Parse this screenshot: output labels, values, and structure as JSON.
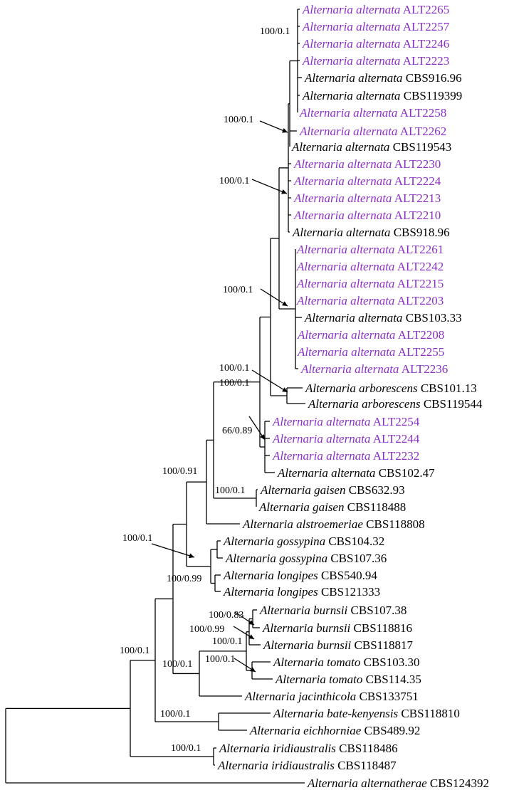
{
  "colors": {
    "highlight": "#8b2fc9",
    "default": "#000000"
  },
  "taxa": [
    {
      "genus": "Alternaria",
      "species": "alternata",
      "strain": "ALT2265",
      "highlight": true
    },
    {
      "genus": "Alternaria",
      "species": "alternata",
      "strain": "ALT2257",
      "highlight": true
    },
    {
      "genus": "Alternaria",
      "species": "alternata",
      "strain": "ALT2246",
      "highlight": true
    },
    {
      "genus": "Alternaria",
      "species": "alternata",
      "strain": "ALT2223",
      "highlight": true
    },
    {
      "genus": "Alternaria",
      "species": "alternata",
      "strain": "CBS916.96",
      "highlight": false
    },
    {
      "genus": "Alternaria",
      "species": "alternata",
      "strain": "CBS119399",
      "highlight": false
    },
    {
      "genus": "Alternaria",
      "species": "alternata",
      "strain": "ALT2258",
      "highlight": true
    },
    {
      "genus": "Alternaria",
      "species": "alternata",
      "strain": "ALT2262",
      "highlight": true
    },
    {
      "genus": "Alternaria",
      "species": "alternata",
      "strain": "CBS119543",
      "highlight": false
    },
    {
      "genus": "Alternaria",
      "species": "alternata",
      "strain": "ALT2230",
      "highlight": true
    },
    {
      "genus": "Alternaria",
      "species": "alternata",
      "strain": "ALT2224",
      "highlight": true
    },
    {
      "genus": "Alternaria",
      "species": "alternata",
      "strain": "ALT2213",
      "highlight": true
    },
    {
      "genus": "Alternaria",
      "species": "alternata",
      "strain": "ALT2210",
      "highlight": true
    },
    {
      "genus": "Alternaria",
      "species": "alternata",
      "strain": "CBS918.96",
      "highlight": false
    },
    {
      "genus": "Alternaria",
      "species": "alternata",
      "strain": "ALT2261",
      "highlight": true
    },
    {
      "genus": "Alternaria",
      "species": "alternata",
      "strain": "ALT2242",
      "highlight": true
    },
    {
      "genus": "Alternaria",
      "species": "alternata",
      "strain": "ALT2215",
      "highlight": true
    },
    {
      "genus": "Alternaria",
      "species": "alternata",
      "strain": "ALT2203",
      "highlight": true
    },
    {
      "genus": "Alternaria",
      "species": "alternata",
      "strain": "CBS103.33",
      "highlight": false
    },
    {
      "genus": "Alternaria",
      "species": "alternata",
      "strain": "ALT2208",
      "highlight": true
    },
    {
      "genus": "Alternaria",
      "species": "alternata",
      "strain": "ALT2255",
      "highlight": true
    },
    {
      "genus": "Alternaria",
      "species": "alternata",
      "strain": "ALT2236",
      "highlight": true
    },
    {
      "genus": "Alternaria",
      "species": "arborescens",
      "strain": "CBS101.13",
      "highlight": false
    },
    {
      "genus": "Alternaria",
      "species": "arborescens",
      "strain": "CBS119544",
      "highlight": false
    },
    {
      "genus": "Alternaria",
      "species": "alternata",
      "strain": "ALT2254",
      "highlight": true
    },
    {
      "genus": "Alternaria",
      "species": "alternata",
      "strain": "ALT2244",
      "highlight": true
    },
    {
      "genus": "Alternaria",
      "species": "alternata",
      "strain": "ALT2232",
      "highlight": true
    },
    {
      "genus": "Alternaria",
      "species": "alternata",
      "strain": "CBS102.47",
      "highlight": false
    },
    {
      "genus": "Alternaria",
      "species": "gaisen",
      "strain": "CBS632.93",
      "highlight": false
    },
    {
      "genus": "Alternaria",
      "species": "gaisen",
      "strain": "CBS118488",
      "highlight": false
    },
    {
      "genus": "Alternaria",
      "species": "alstroemeriae",
      "strain": "CBS118808",
      "highlight": false
    },
    {
      "genus": "Alternaria",
      "species": "gossypina",
      "strain": "CBS104.32",
      "highlight": false
    },
    {
      "genus": "Alternaria",
      "species": "gossypina",
      "strain": "CBS107.36",
      "highlight": false
    },
    {
      "genus": "Alternaria",
      "species": "longipes",
      "strain": "CBS540.94",
      "highlight": false
    },
    {
      "genus": "Alternaria",
      "species": "longipes",
      "strain": "CBS121333",
      "highlight": false
    },
    {
      "genus": "Alternaria",
      "species": "burnsii",
      "strain": "CBS107.38",
      "highlight": false
    },
    {
      "genus": "Alternaria",
      "species": "burnsii",
      "strain": "CBS118816",
      "highlight": false
    },
    {
      "genus": "Alternaria",
      "species": "burnsii",
      "strain": "CBS118817",
      "highlight": false
    },
    {
      "genus": "Alternaria",
      "species": "tomato",
      "strain": "CBS103.30",
      "highlight": false
    },
    {
      "genus": "Alternaria",
      "species": "tomato",
      "strain": "CBS114.35",
      "highlight": false
    },
    {
      "genus": "Alternaria",
      "species": "jacinthicola",
      "strain": "CBS133751",
      "highlight": false
    },
    {
      "genus": "Alternaria",
      "species": "bate-kenyensis",
      "strain": "CBS118810",
      "highlight": false
    },
    {
      "genus": "Alternaria",
      "species": "eichhorniae",
      "strain": "CBS489.92",
      "highlight": false
    },
    {
      "genus": "Alternaria",
      "species": "iridiaustralis",
      "strain": "CBS118486",
      "highlight": false
    },
    {
      "genus": "Alternaria",
      "species": "iridiaustralis",
      "strain": "CBS118487",
      "highlight": false
    },
    {
      "genus": "Alternaria",
      "species": "alternatherae",
      "strain": "CBS124392",
      "highlight": false
    }
  ],
  "support_labels": [
    "100/0.1",
    "100/0.1",
    "100/0.1",
    "100/0.1",
    "100/0.1",
    "100/0.1",
    "66/0.89",
    "100/0.1",
    "100/0.91",
    "100/0.1",
    "100/0.99",
    "100/0.83",
    "100/0.99",
    "100/0.1",
    "100/0.1",
    "100/0.1",
    "100/0.1",
    "100/0.1",
    "100/0.1"
  ]
}
